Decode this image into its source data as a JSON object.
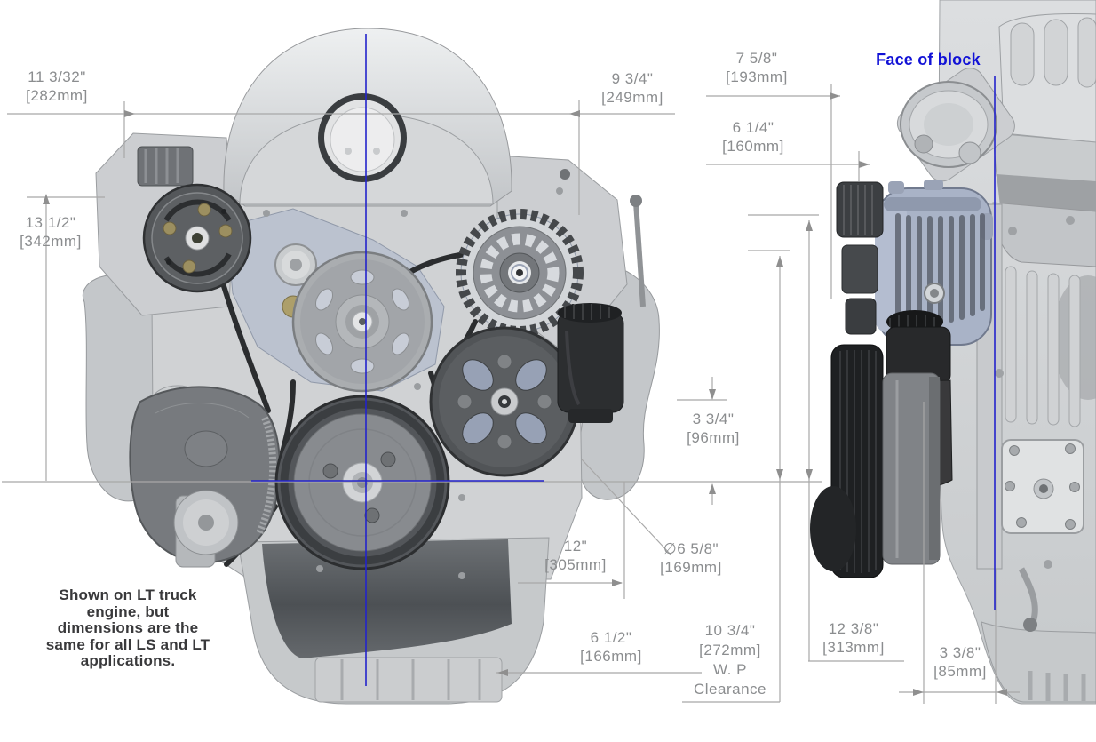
{
  "dimensions": {
    "width_left": {
      "in": "11 3/32\"",
      "mm": "[282mm]"
    },
    "height_left": {
      "in": "13 1/2\"",
      "mm": "[342mm]"
    },
    "width_right": {
      "in": "9 3/4\"",
      "mm": "[249mm]"
    },
    "depth_top": {
      "in": "7 5/8\"",
      "mm": "[193mm]"
    },
    "depth_mid": {
      "in": "6 1/4\"",
      "mm": "[160mm]"
    },
    "ps_offset": {
      "in": "3 3/4\"",
      "mm": "[96mm]"
    },
    "width_lower": {
      "in": "12\"",
      "mm": "[305mm]"
    },
    "pulley_dia": {
      "in": "∅6 5/8\"",
      "mm": "[169mm]"
    },
    "pan_width": {
      "in": "6 1/2\"",
      "mm": "[166mm]"
    },
    "wp_clearance": {
      "in": "10 3/4\"",
      "mm": "[272mm]",
      "line3": "W. P",
      "line4": "Clearance"
    },
    "overall_depth": {
      "in": "12 3/8\"",
      "mm": "[313mm]"
    },
    "block_offset": {
      "in": "3 3/8\"",
      "mm": "[85mm]"
    }
  },
  "annotations": {
    "face_of_block": "Face of block",
    "note": "Shown on LT truck\nengine, but\ndimensions are the\nsame for all LS and LT\napplications."
  },
  "colors": {
    "centerline_blue": "#2323cb",
    "face_label_blue": "#1111d6",
    "dimension_text": "#8b8d8f",
    "dimension_line": "#a8a8a8",
    "note_text": "#39393b",
    "background": "#ffffff"
  }
}
